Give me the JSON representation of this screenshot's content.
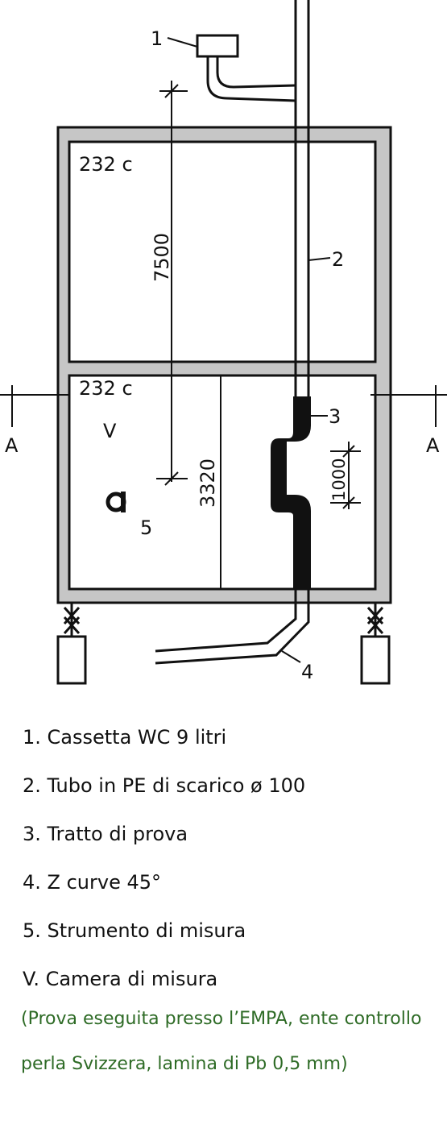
{
  "diagram": {
    "callouts": {
      "c1": "1",
      "c2": "2",
      "c3": "3",
      "c4": "4",
      "c5": "5"
    },
    "room_upper_label": "232 c",
    "room_lower_label": "232 c",
    "room_v_label": "V",
    "section_left": "A",
    "section_right": "A",
    "dim_height_total": "7500",
    "dim_height_lower": "3320",
    "dim_test_section": "1000"
  },
  "legend": {
    "items": [
      "1. Cassetta WC 9 litri",
      "2. Tubo in PE di scarico ø 100",
      "3. Tratto di prova",
      "4. Z curve 45°",
      "5. Strumento di misura",
      "V. Camera di misura"
    ],
    "note_line1": "(Prova eseguita presso l’EMPA, ente controllo",
    "note_line2": "perla Svizzera, lamina di Pb 0,5 mm)"
  },
  "colors": {
    "wall_fill": "#c6c6c6",
    "stroke": "#111111",
    "note_text": "#2e6b26"
  }
}
